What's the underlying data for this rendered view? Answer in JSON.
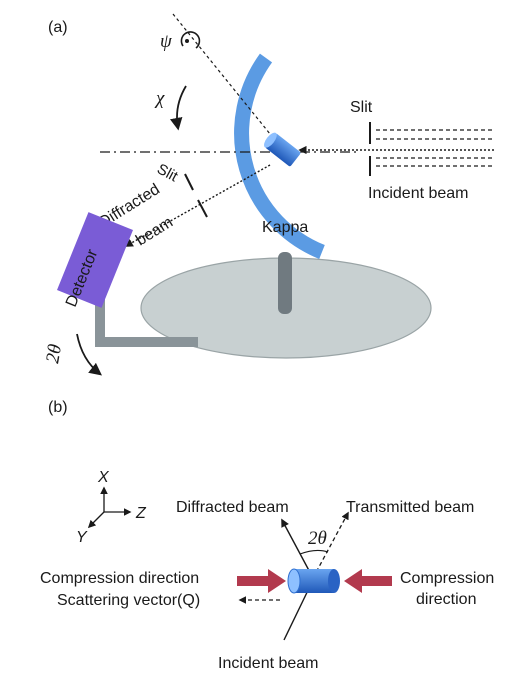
{
  "panel_a": {
    "label": "(a)",
    "psi": "ψ",
    "chi": "χ",
    "slit_right": "Slit",
    "slit_left": "Slit",
    "incident_beam": "Incident beam",
    "diffracted": "Diffracted",
    "beam": "beam",
    "kappa": "Kappa",
    "detector": "Detector",
    "two_theta": "2θ"
  },
  "panel_b": {
    "label": "(b)",
    "axis_x": "X",
    "axis_y": "Y",
    "axis_z": "Z",
    "diffracted_beam": "Diffracted beam",
    "transmitted_beam": "Transmitted beam",
    "two_theta": "2θ",
    "compression_left": "Compression direction",
    "scattering_vector": "Scattering vector(Q)",
    "compression_right_1": "Compression",
    "compression_right_2": "direction",
    "incident_beam": "Incident beam"
  },
  "colors": {
    "arc_blue": "#5b9be3",
    "sample_blue": "#2f6fd0",
    "detector_purple": "#7a5cd6",
    "stage_gray": "#c8d0d1",
    "post_gray": "#707a80",
    "arrow_red": "#b23a4e"
  }
}
